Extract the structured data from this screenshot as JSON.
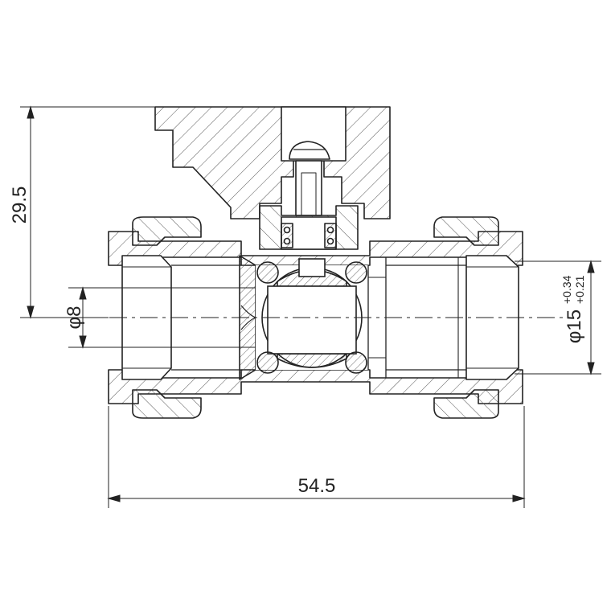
{
  "dimensions": {
    "height": "29.5",
    "bore": "8",
    "bore_prefix": "φ",
    "pipe": "15",
    "pipe_prefix": "φ",
    "tol_upper": "+0.34",
    "tol_lower": "+0.21",
    "length": "54.5"
  },
  "colors": {
    "line": "#222222",
    "hatch": "#555555",
    "background": "#ffffff"
  }
}
